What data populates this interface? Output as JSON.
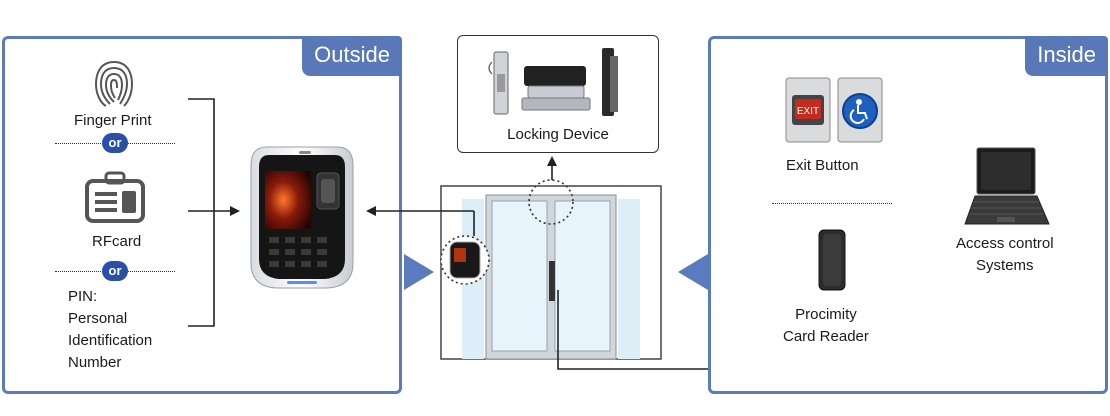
{
  "outside": {
    "tab_label": "Outside",
    "fingerprint_label": "Finger Print",
    "or_label": "or",
    "rfcard_label": "RFcard",
    "pin_lines": [
      "PIN:",
      "Personal",
      "Identification",
      "Number"
    ]
  },
  "locking": {
    "label": "Locking Device"
  },
  "inside": {
    "tab_label": "Inside",
    "exit_button_label": "Exit Button",
    "exit_sign_text": "EXIT",
    "card_reader_lines": [
      "Procimity",
      "Card Reader"
    ],
    "access_control_lines": [
      "Access control",
      "Systems"
    ]
  },
  "colors": {
    "panel_border": "#5a7bbf",
    "tab_bg": "#5878b8",
    "or_badge": "#2a4fa8"
  },
  "icons": [
    "fingerprint-icon",
    "id-card-icon",
    "terminal-device",
    "door-glass",
    "lock-hardware-icon",
    "exit-button-icon",
    "accessibility-button-icon",
    "card-reader-icon",
    "laptop-icon"
  ]
}
